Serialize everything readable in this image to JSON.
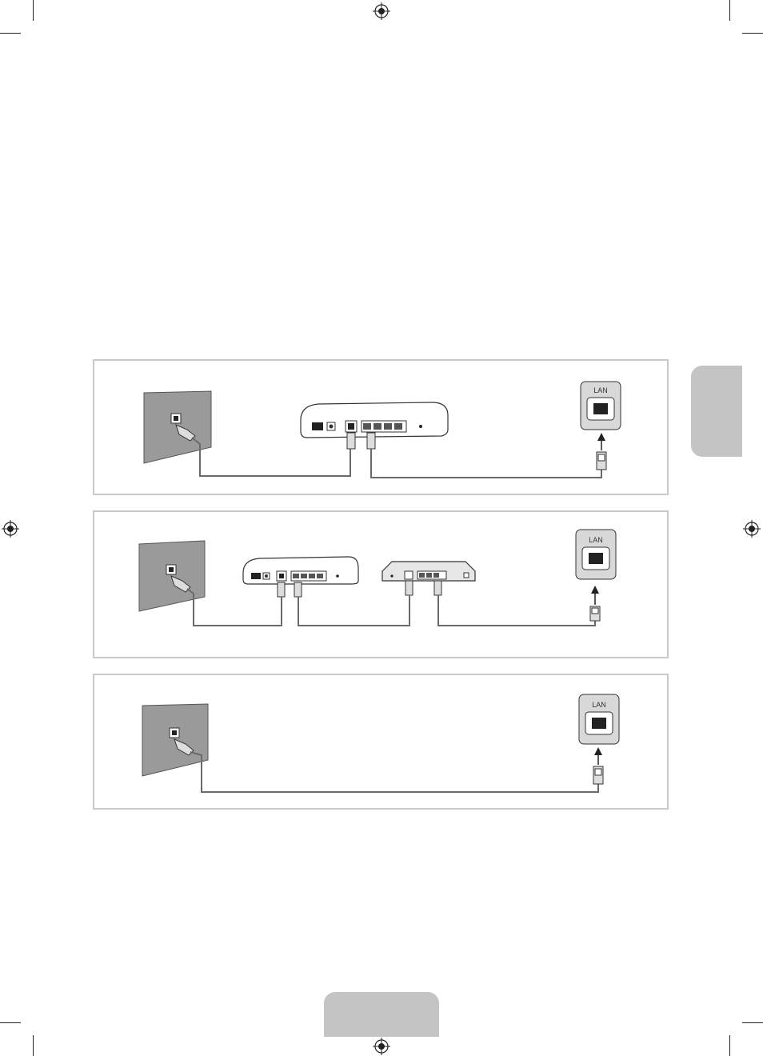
{
  "diagrams": [
    {
      "lan_port_label": "LAN"
    },
    {
      "lan_port_label": "LAN"
    },
    {
      "lan_port_label": "LAN"
    }
  ],
  "colors": {
    "frame_border": "#c8c8c8",
    "wall": "#9a9a9a",
    "cable": "#6a6a6a",
    "tab": "#c4c4c4"
  },
  "icons": [
    "wall-outlet-icon",
    "modem-router-icon",
    "network-switch-icon",
    "lan-port-icon",
    "ethernet-plug-icon",
    "arrow-up-icon",
    "registration-mark-icon"
  ]
}
